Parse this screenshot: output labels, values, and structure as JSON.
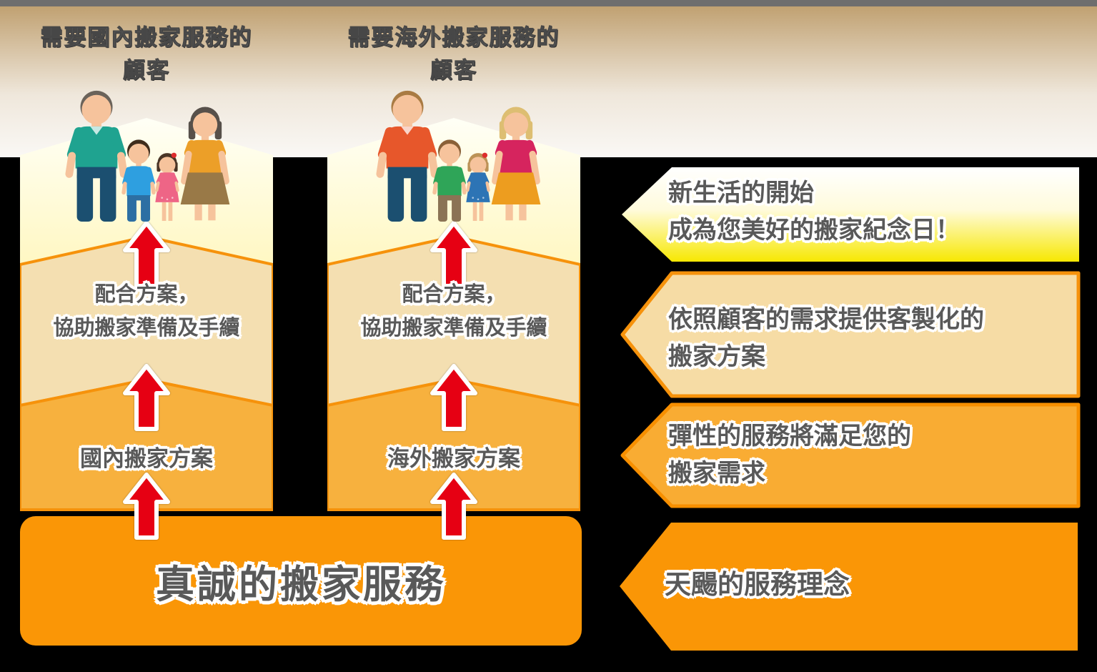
{
  "columns": {
    "domestic": {
      "title_line1": "需要國內搬家服務的",
      "title_line2": "顧客",
      "plan_line1": "配合方案，",
      "plan_line2": "協助搬家準備及手續",
      "solution": "國內搬家方案"
    },
    "overseas": {
      "title_line1": "需要海外搬家服務的",
      "title_line2": "顧客",
      "plan_line1": "配合方案，",
      "plan_line2": "協助搬家準備及手續",
      "solution": "海外搬家方案"
    }
  },
  "base": {
    "label": "真誠的搬家服務"
  },
  "banners": [
    {
      "name": "new-life",
      "line1": "新生活的開始",
      "line2": "成為您美好的搬家紀念日！"
    },
    {
      "name": "customized-plan",
      "line1": "依照顧客的需求提供客製化的",
      "line2": "搬家方案"
    },
    {
      "name": "flexible-service",
      "line1": "彈性的服務將滿足您的",
      "line2": "搬家需求"
    },
    {
      "name": "philosophy",
      "line1": "天颺的服務理念"
    }
  ],
  "colors": {
    "red_arrow": "#E60013",
    "chevron_border": "#F6920B",
    "beige_fill": "#F4DFB1",
    "chevron_orange": "#F7B13E",
    "deep_orange": "#FA9606",
    "banner2_fill": "#F6DCA5",
    "banner3_fill": "#F9AC33",
    "banner3_border": "#F78F00",
    "yellow_bright": "#FFE606",
    "band_cream": "#FAF0DA",
    "gray_bar": "#6E6E6E",
    "text_gray": "#595959",
    "title_gray": "#757575"
  },
  "families": {
    "domestic": {
      "members": [
        {
          "type": "man",
          "hair": "#6B635A",
          "shirt": "#1FA390",
          "pants": "#1B4F70",
          "skin": "#F6C39C"
        },
        {
          "type": "boy",
          "hair": "#3F2C1C",
          "shirt": "#2E9FE0",
          "pants": "#2D6FA3",
          "skin": "#F6C39C"
        },
        {
          "type": "girl",
          "hair": "#4A3526",
          "dress": "#EE6586",
          "bow": "#DD2C2C",
          "skin": "#F6C39C",
          "dots": "#ffffff"
        },
        {
          "type": "woman",
          "hair": "#57504A",
          "shirt": "#EC9F28",
          "skirt": "#997947",
          "skin": "#F6C39C"
        }
      ]
    },
    "overseas": {
      "members": [
        {
          "type": "man",
          "hair": "#A97B43",
          "shirt": "#E7572B",
          "pants": "#1B4F70",
          "skin": "#F6C39C"
        },
        {
          "type": "boy",
          "hair": "#8A6038",
          "shirt": "#2FA558",
          "pants": "#8B7355",
          "skin": "#F6C39C"
        },
        {
          "type": "girl",
          "hair": "#BC9256",
          "dress": "#2D74B5",
          "bow": "#DD2C2C",
          "skin": "#F6C39C",
          "dots": "#ffffff"
        },
        {
          "type": "woman",
          "hair": "#DDBE72",
          "shirt": "#D6245E",
          "skirt": "#ED9D1F",
          "skin": "#F6C39C"
        }
      ]
    }
  }
}
